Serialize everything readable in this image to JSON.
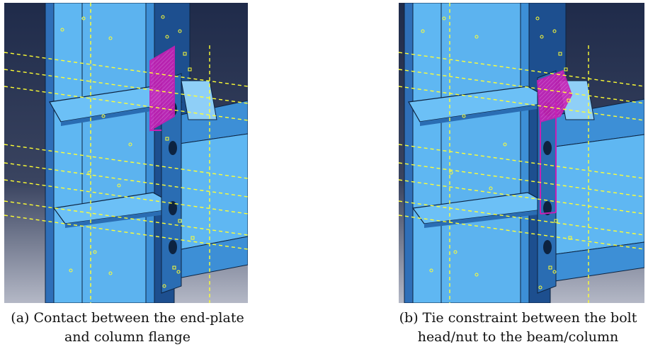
{
  "figure": {
    "panels": [
      {
        "id": "a",
        "caption_line1": "(a) Contact between the end-plate",
        "caption_line2": "and column flange"
      },
      {
        "id": "b",
        "caption_line1": "(b) Tie constraint between the bolt",
        "caption_line2": "head/nut to the beam/column"
      }
    ]
  },
  "colors": {
    "background_top": "#1f2b4a",
    "background_bottom": "#b4b8c6",
    "steel_light": "#5fb7f2",
    "steel_mid": "#3d8fd6",
    "steel_dark": "#1d4f8f",
    "edge": "#0d2340",
    "highlight": "#c81fb4",
    "dashed_guides": "#ffff33",
    "markers": "#ffff33"
  },
  "icons": [
    "fe-model-render-a",
    "fe-model-render-b"
  ]
}
